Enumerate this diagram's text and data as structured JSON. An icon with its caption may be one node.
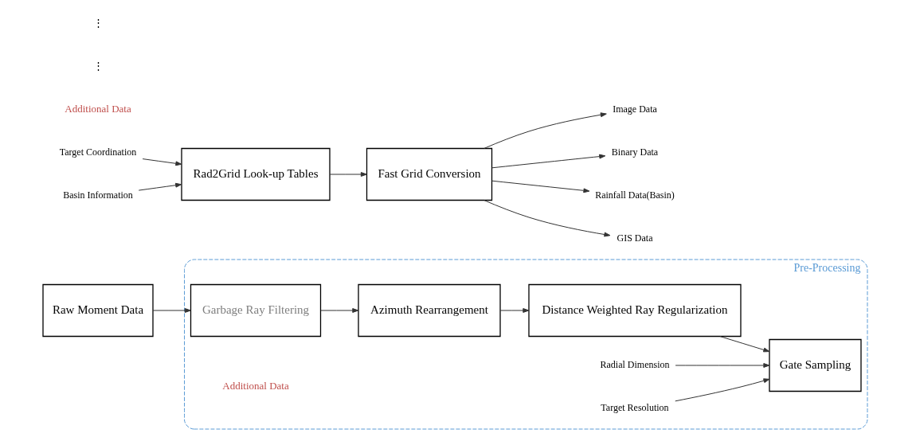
{
  "diagram": {
    "nodes": [
      {
        "text": [
          "Pre-Processing"
        ]
      },
      {
        "text": [
          "Raw Moment Data"
        ]
      },
      {
        "text": [
          "Garbage Ray Filtering"
        ],
        "in": 0
      },
      {
        "text": [
          "Azimuth Rearrangement"
        ],
        "in": 0
      },
      {
        "text": [
          "Distance Weighted Ray Regularization"
        ],
        "in": 0
      },
      {
        "text": [
          "Gate Sampling"
        ],
        "in": 0
      },
      {
        "text": [
          "Radial Dimension"
        ],
        "in": 0
      },
      {
        "text": [
          "Target Resolution"
        ],
        "in": 0
      },
      {
        "text": [
          "Rad2Grid Look-up Tables"
        ]
      },
      {
        "text": [
          "Target Coordination"
        ]
      },
      {
        "text": [
          "Basin Information"
        ]
      },
      {
        "text": [
          "Fast Grid Conversion"
        ]
      },
      {
        "text": [
          "Image Data"
        ]
      },
      {
        "text": [
          "Binary Data"
        ]
      },
      {
        "text": [
          "Rainfall Data(Basin)"
        ]
      },
      {
        "text": [
          "GIS Data"
        ]
      }
    ],
    "edges": [
      {
        "from": 1,
        "to": 2,
        "arrow": "to"
      },
      {
        "from": 2,
        "to": 3,
        "arrow": "to"
      },
      {
        "from": 3,
        "to": 4,
        "arrow": "to"
      },
      {
        "from": 4,
        "to": 5,
        "arrow": "to"
      },
      {
        "from": 6,
        "to": 5,
        "arrow": "to"
      },
      {
        "from": 7,
        "to": 5,
        "arrow": "to"
      },
      {
        "from": 9,
        "to": 8,
        "arrow": "to"
      },
      {
        "from": 10,
        "to": 8,
        "arrow": "to"
      },
      {
        "from": 8,
        "to": 11,
        "arrow": "to"
      },
      {
        "from": 11,
        "to": 12,
        "arrow": "to"
      },
      {
        "from": 11,
        "to": 13,
        "arrow": "to"
      },
      {
        "from": 11,
        "to": 14,
        "arrow": "to"
      },
      {
        "from": 11,
        "to": 15,
        "arrow": "to"
      }
    ],
    "labels": [
      "Additional Data",
      "Additional Data",
      "⋮",
      "⋮"
    ]
  }
}
